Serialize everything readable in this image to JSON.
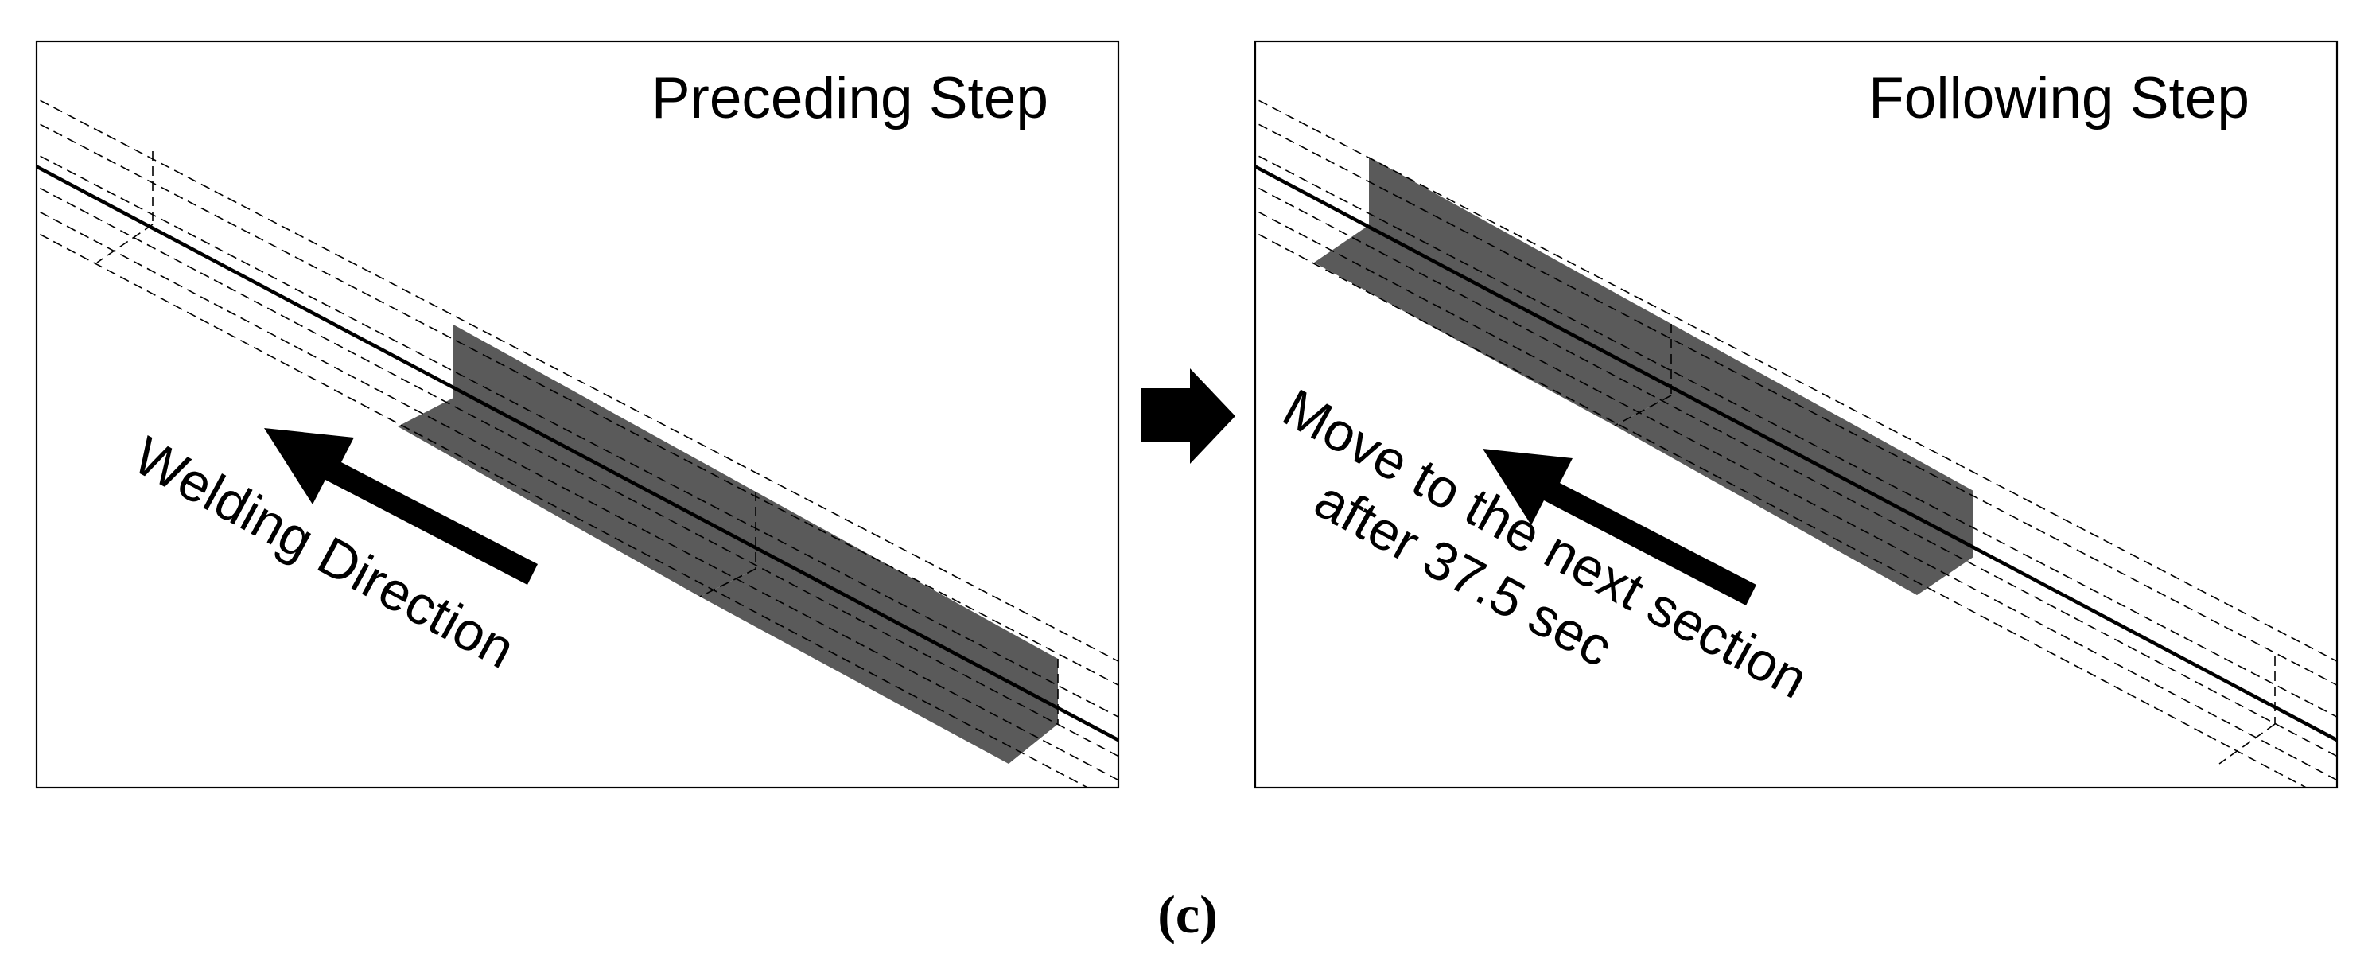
{
  "figure": {
    "left_panel": {
      "title": "Preceding Step",
      "direction_label": "Welding Direction"
    },
    "transition_arrow": {
      "icon": "block-right-arrow-icon"
    },
    "right_panel": {
      "title": "Following Step",
      "note_line1": "Move to the next section",
      "note_line2": "after 37.5 sec"
    },
    "caption": "(c)"
  },
  "colors": {
    "segment_fill": "#5a5a5a",
    "lines": "#000000",
    "background": "#ffffff"
  }
}
